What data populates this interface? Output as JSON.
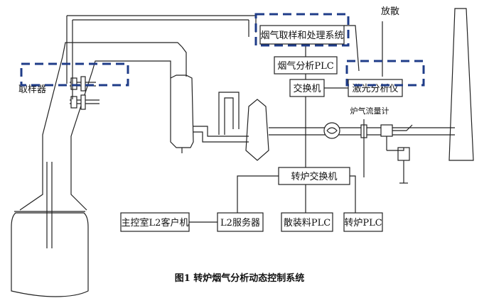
{
  "labels": {
    "vent": "放散",
    "flue_gas_sampling_system": "烟气取样和处理系统",
    "flue_gas_plc": "烟气分析PLC",
    "switch": "交换机",
    "laser_analyzer": "激光分析仪",
    "sampler": "取样器",
    "furnace_flowmeter": "炉气流量计",
    "converter_switch": "转炉交换机",
    "main_control_client": "主控室L2客户机",
    "l2_server": "L2服务器",
    "bulk_material_plc": "散装料PLC",
    "converter_plc": "转炉PLC",
    "caption": "图1 转炉烟气分析动态控制系统"
  },
  "colors": {
    "line": "#222222",
    "highlight_dash": "#1f3c88"
  }
}
